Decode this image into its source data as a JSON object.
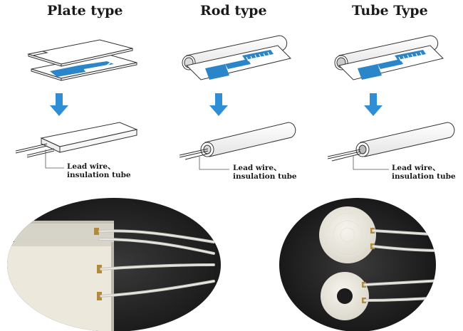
{
  "titles": {
    "plate": "Plate type",
    "rod": "Rod type",
    "tube": "Tube Type"
  },
  "labels": {
    "plate": {
      "line1": "Lead wire、",
      "line2": "insulation tube"
    },
    "rod": {
      "line1": "Lead wire、",
      "line2": "insulation tube"
    },
    "tube": {
      "line1": "Lead wire、",
      "line2": "insulation tube"
    }
  },
  "colors": {
    "arrow": "#2f8fd6",
    "electrode": "#2a86c8",
    "outline": "#333333",
    "photo_background": "#1c1c1c",
    "ceramic": "#ece8dc"
  }
}
